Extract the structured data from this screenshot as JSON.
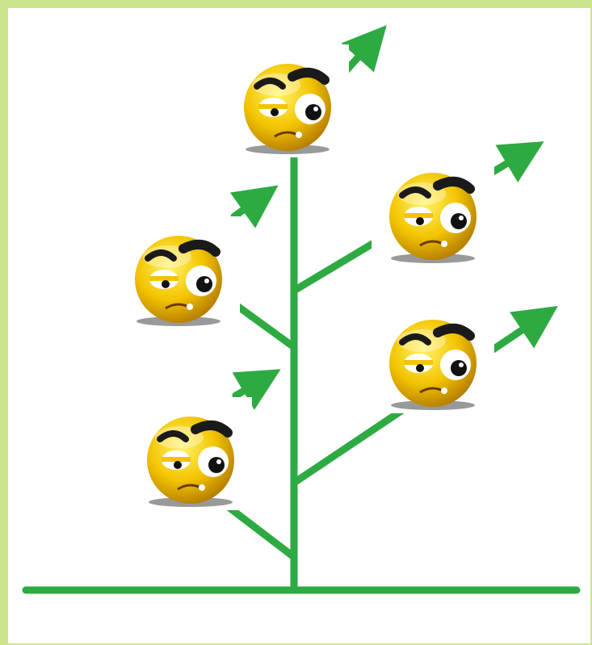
{
  "colors": {
    "border": "#cce58c",
    "branch": "#2eaa43",
    "face_light": "#fff36a",
    "face_mid": "#f3c400",
    "face_dark": "#b07800",
    "brow": "#1a1a1a"
  },
  "icons": {
    "emoticon": "frowning-skeptical-smiley-icon",
    "arrow": "upward-arrow-icon"
  },
  "faces": [
    {
      "name": "face-top"
    },
    {
      "name": "face-right-upper"
    },
    {
      "name": "face-left-upper"
    },
    {
      "name": "face-right-lower"
    },
    {
      "name": "face-left-lower"
    }
  ]
}
